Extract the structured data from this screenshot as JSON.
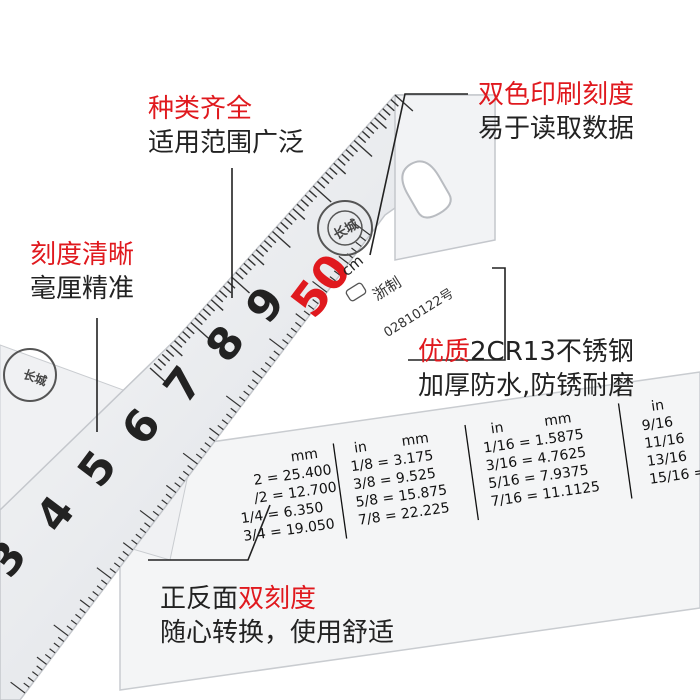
{
  "callouts": {
    "variety": {
      "line1": "种类齐全",
      "line2": "适用范围广泛"
    },
    "two_color": {
      "line1": "双色印刷刻度",
      "line2": "易于读取数据"
    },
    "clear_scale": {
      "line1": "刻度清晰",
      "line2": "毫厘精准"
    },
    "material": {
      "line1_red": "优质",
      "line1_dark": "2CR13不锈钢",
      "line2": "加厚防水,防锈耐磨"
    },
    "double_scale": {
      "line1_dark": "正反面",
      "line1_red": "双刻度",
      "line2": "随心转换，使用舒适"
    }
  },
  "front_ruler": {
    "numbers": [
      "3",
      "4",
      "5",
      "6",
      "7",
      "8",
      "9"
    ],
    "fifty": "50",
    "unit": "cm",
    "maker_mark": "浙制",
    "serial": "02810122号"
  },
  "back_ruler": {
    "col1": {
      "header": "mm",
      "rows": [
        "2 = 25.400",
        "/2 = 12.700",
        "1/4 =  6.350",
        "3/4 = 19.050"
      ]
    },
    "col2": {
      "header_in": "in",
      "header_mm": "mm",
      "rows": [
        "1/8 =  3.175",
        "3/8 =  9.525",
        "5/8 = 15.875",
        "7/8 = 22.225"
      ]
    },
    "col3": {
      "header_in": "in",
      "header_mm": "mm",
      "rows": [
        "1/16 =  1.5875",
        "3/16 =  4.7625",
        "5/16 =  7.9375",
        "7/16 = 11.1125"
      ]
    },
    "col4": {
      "header_in": "in",
      "rows": [
        "9/16",
        "11/16",
        "13/16",
        "15/16 ="
      ]
    }
  },
  "colors": {
    "accent_red": "#e0191e",
    "text_dark": "#222222",
    "steel": "#eef0f2"
  }
}
